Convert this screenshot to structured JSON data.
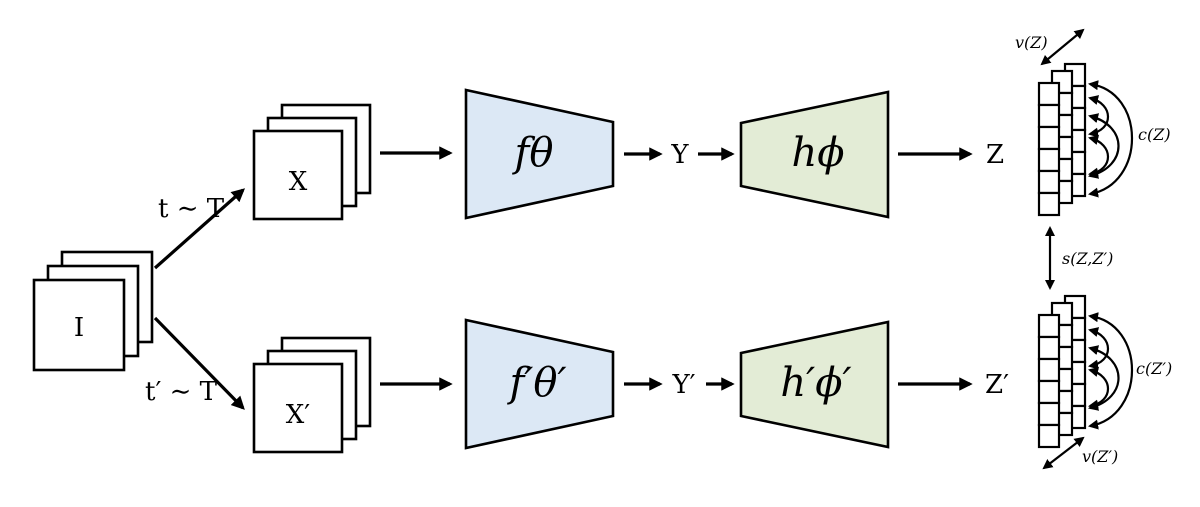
{
  "diagram": {
    "input_label": "I",
    "view1": {
      "transform_label": "t ∼ T",
      "sample_label": "X",
      "encoder_label": "fθ",
      "representation_label": "Y",
      "projector_label": "hϕ",
      "embedding_label": "Z",
      "variance_label": "v(Z)",
      "covariance_label": "c(Z)"
    },
    "view2": {
      "transform_label": "t′ ∼ T",
      "sample_label": "X′",
      "encoder_label": "f′θ′",
      "representation_label": "Y′",
      "projector_label": "h′ϕ′",
      "embedding_label": "Z′",
      "variance_label": "v(Z′)",
      "covariance_label": "c(Z′)"
    },
    "invariance_label": "s(Z,Z′)",
    "colors": {
      "encoder_fill": "#dce8f5",
      "projector_fill": "#e3ecd6",
      "stroke": "#000000"
    }
  }
}
